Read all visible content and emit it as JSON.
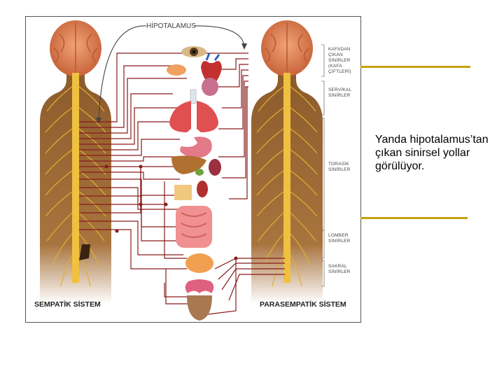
{
  "figure": {
    "hypothalamus_label": "HİPOTALAMUS",
    "sympathetic_label": "SEMPATİK SİSTEM",
    "parasympathetic_label": "PARASEMPATİK SİSTEM",
    "nerve_groups": [
      {
        "id": "cranial",
        "lines": [
          "KAFADAN",
          "ÇIKAN",
          "SİNİRLER",
          "(KAFA",
          "ÇİFTLERİ)"
        ]
      },
      {
        "id": "cervical",
        "lines": [
          "SERVİKAL",
          "SİNİRLER"
        ]
      },
      {
        "id": "thoracic",
        "lines": [
          "TORASİK",
          "SİNİRLER"
        ]
      },
      {
        "id": "lumbar",
        "lines": [
          "LOMBER",
          "SİNİRLER"
        ]
      },
      {
        "id": "sacral",
        "lines": [
          "SAKRAL",
          "SİNİRLER"
        ]
      }
    ],
    "colors": {
      "nerve": "#8a1a1a",
      "skin": "#8b5a2b",
      "brain": "#e48a5a",
      "spine": "#f0c040",
      "accent": "#c7a20f"
    }
  },
  "caption": "Yanda hipotalamus’tan çıkan sinirsel yollar görülüyor."
}
